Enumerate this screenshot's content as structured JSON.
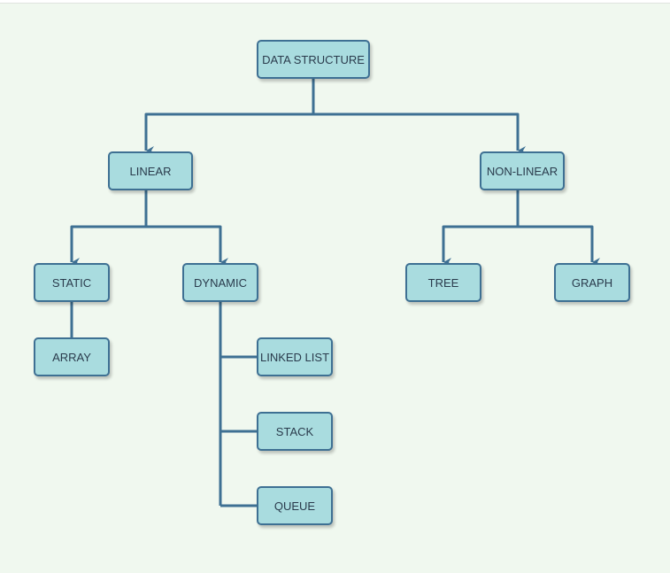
{
  "diagram": {
    "colors": {
      "node_fill": "#a9dcdf",
      "node_border": "#3e7093",
      "connector": "#3e7093",
      "background": "#f0f8ef",
      "text": "#2a3b4c"
    },
    "nodes": {
      "root": "DATA STRUCTURE",
      "linear": "LINEAR",
      "non_linear": "NON-LINEAR",
      "static": "STATIC",
      "dynamic": "DYNAMIC",
      "tree": "TREE",
      "graph": "GRAPH",
      "array": "ARRAY",
      "linked_list": "LINKED LIST",
      "stack": "STACK",
      "queue": "QUEUE"
    }
  }
}
